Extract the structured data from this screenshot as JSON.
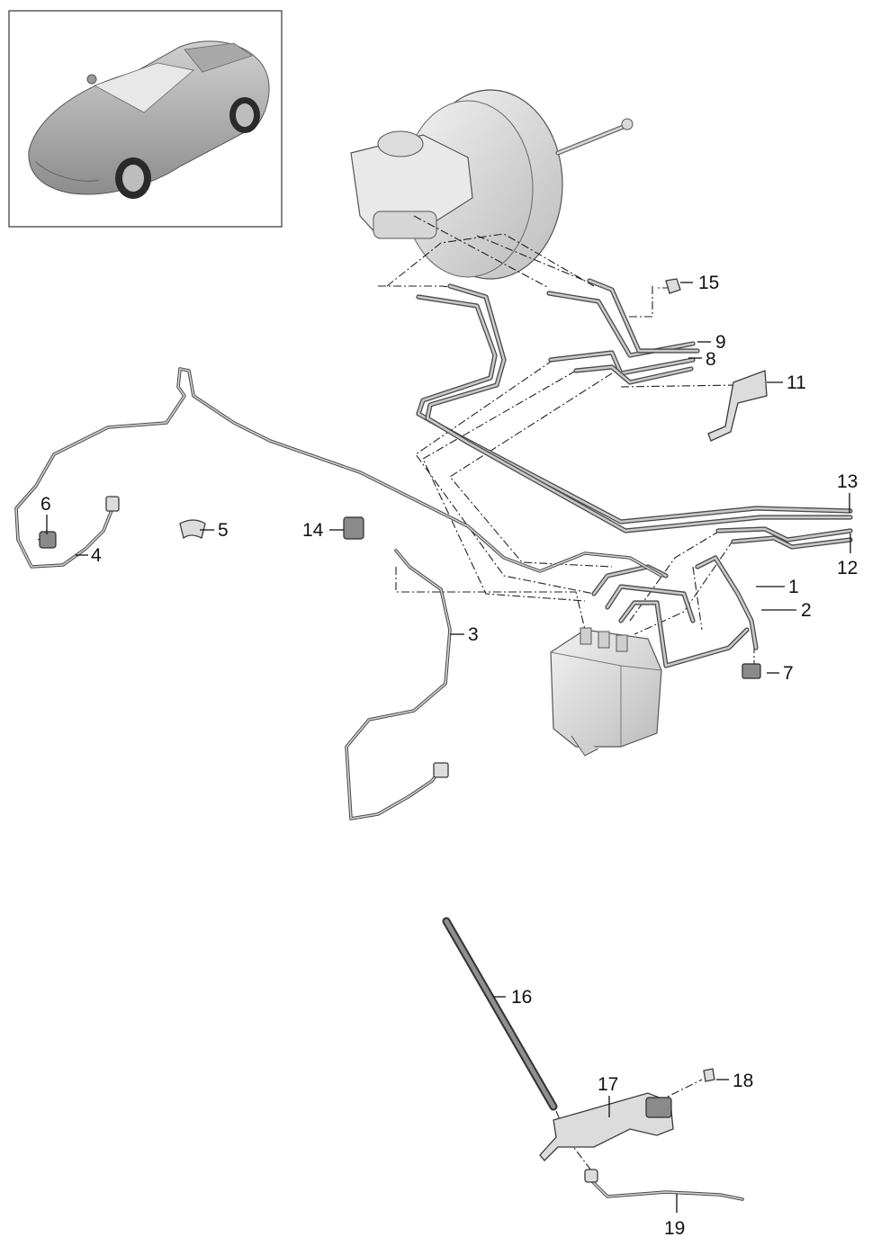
{
  "callouts": {
    "c1": "1",
    "c2": "2",
    "c3": "3",
    "c4": "4",
    "c5": "5",
    "c6": "6",
    "c7": "7",
    "c8": "8",
    "c9": "9",
    "c11": "11",
    "c12": "12",
    "c13": "13",
    "c14": "14",
    "c15": "15",
    "c16": "16",
    "c17": "17",
    "c18": "18",
    "c19": "19"
  }
}
